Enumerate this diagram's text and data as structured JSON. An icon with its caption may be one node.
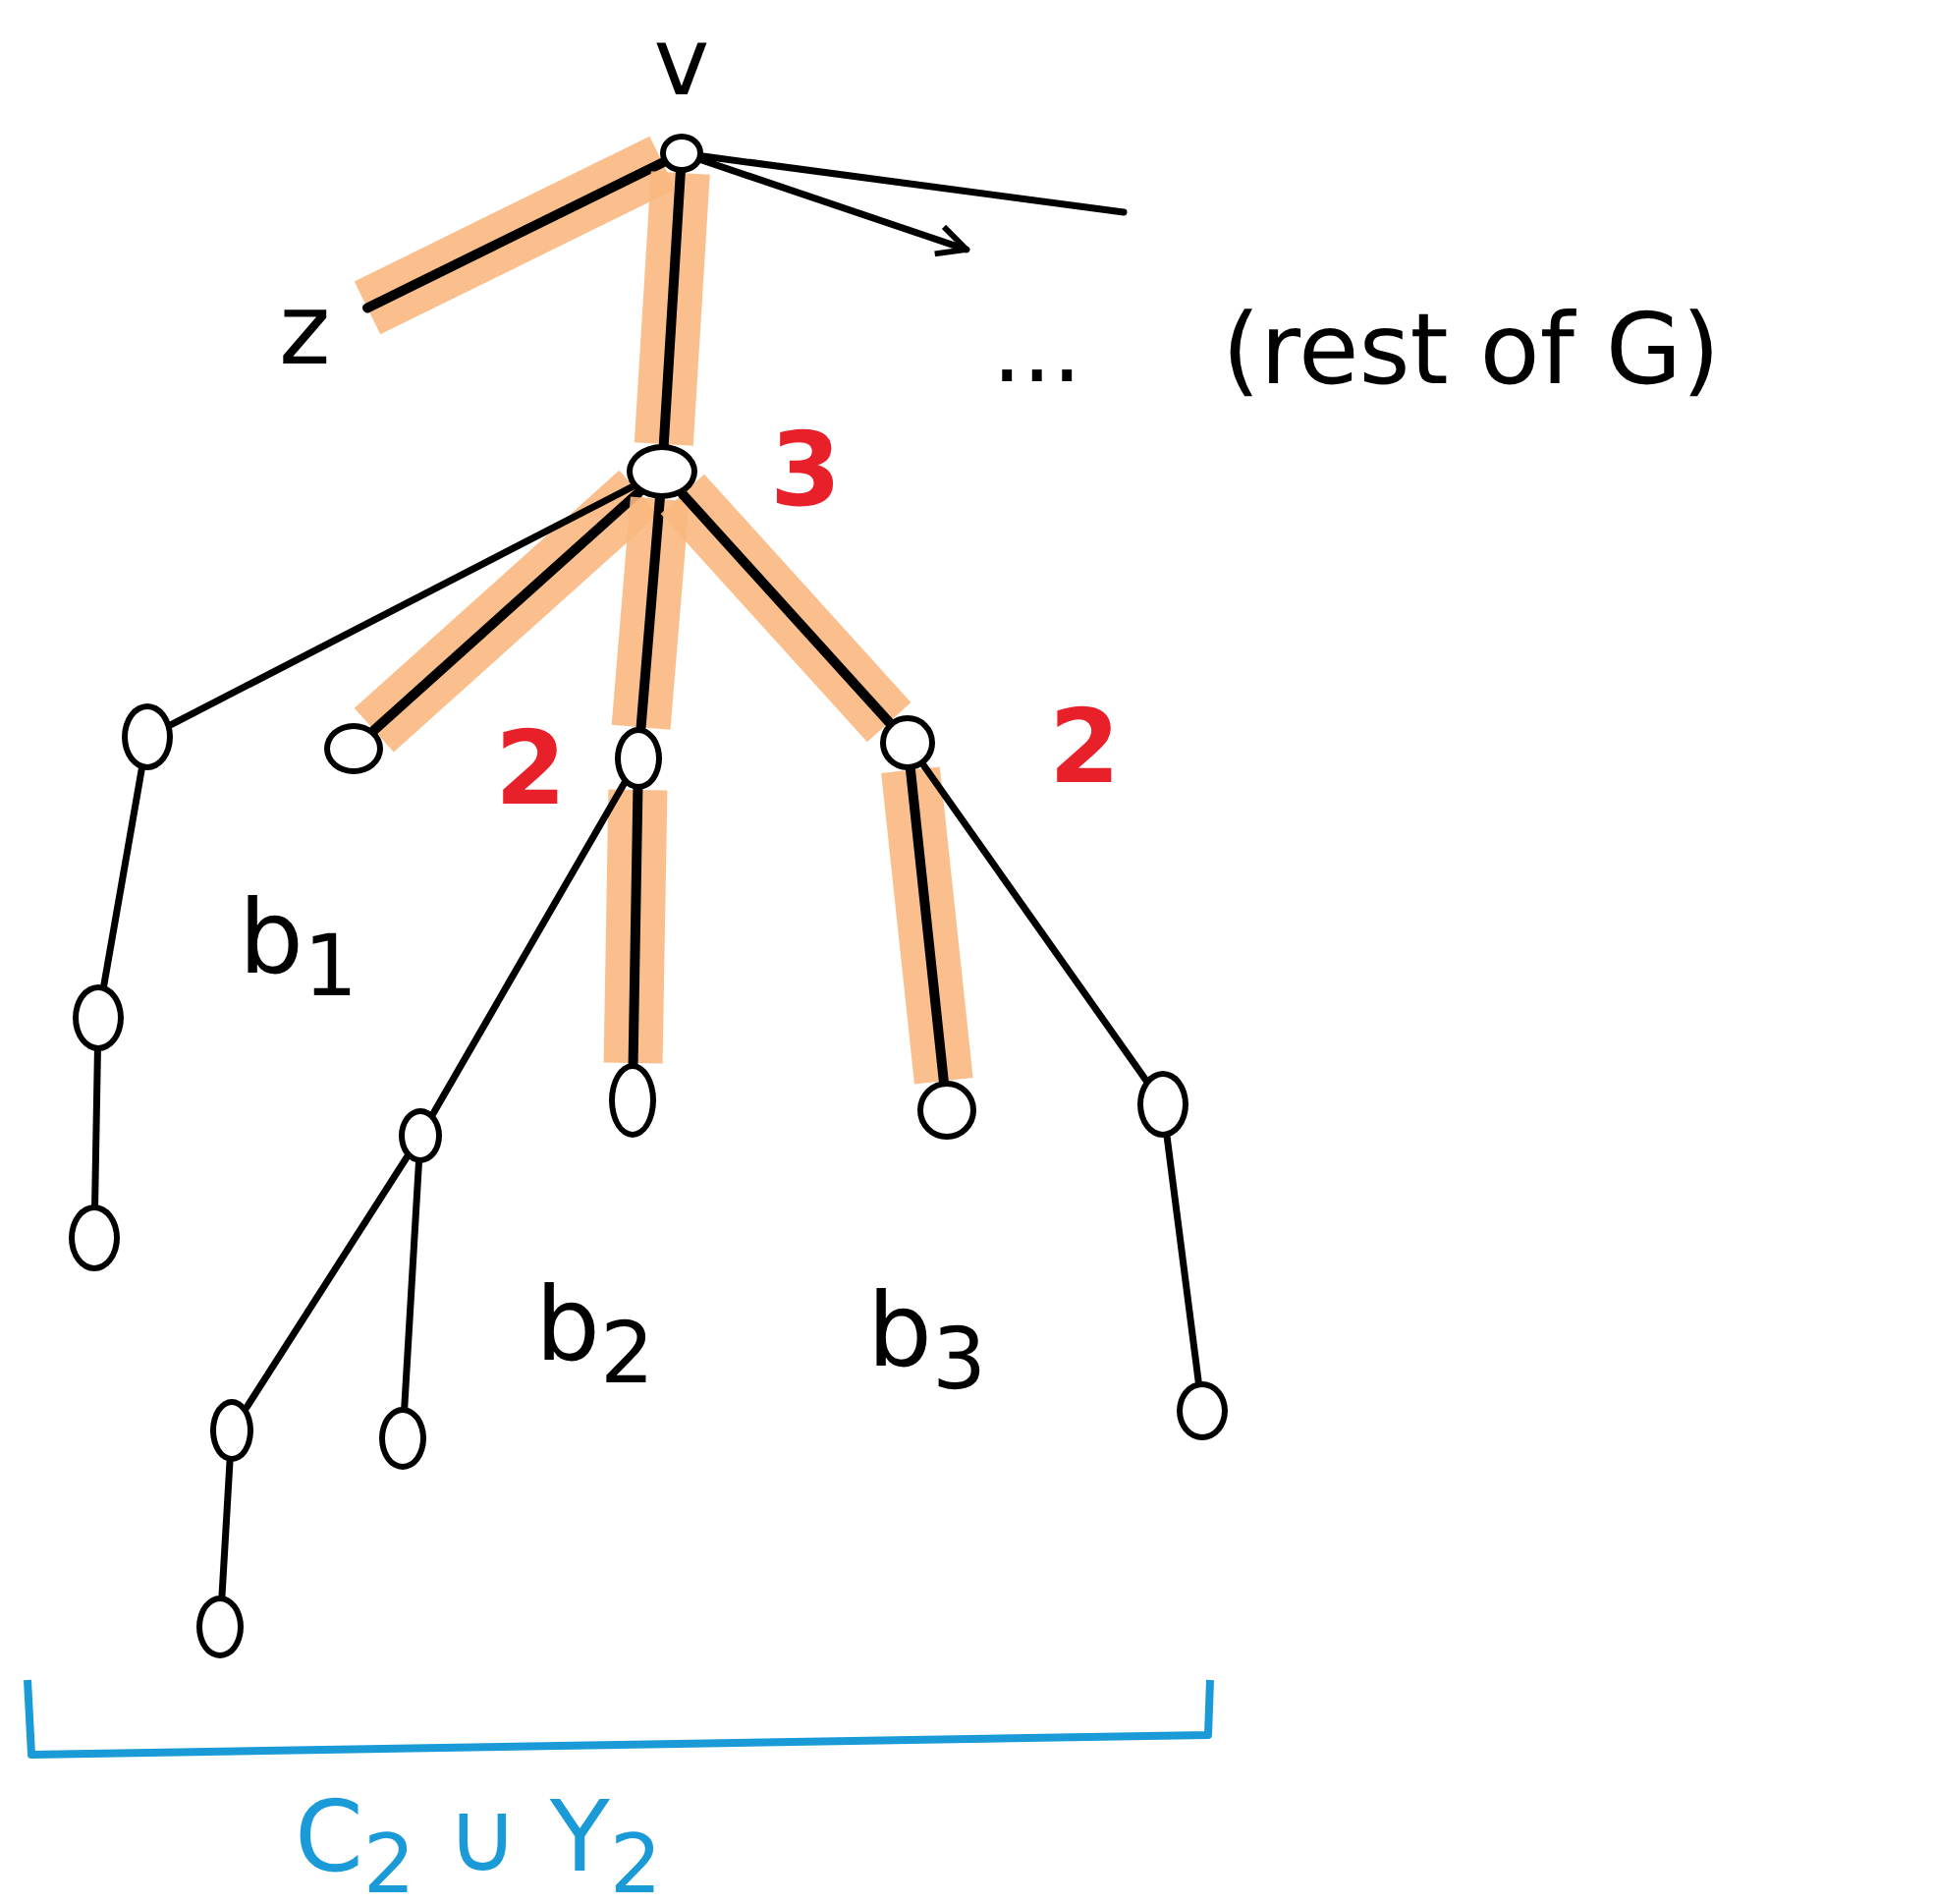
{
  "diagram": {
    "nodes": [
      {
        "text": [
          "v"
        ]
      },
      {
        "text": [
          "z"
        ]
      },
      {
        "text": [],
        "shape": "circle",
        "beside": [
          "3"
        ]
      },
      {
        "text": [],
        "shape": "circle"
      },
      {
        "text": [],
        "shape": "circle",
        "beside": [
          "b$_{1}$"
        ]
      },
      {
        "text": [],
        "shape": "circle",
        "beside": [
          "2"
        ]
      },
      {
        "text": [],
        "shape": "circle",
        "beside": [
          "2"
        ]
      },
      {
        "text": [],
        "shape": "circle"
      },
      {
        "text": [],
        "shape": "circle"
      },
      {
        "text": [],
        "shape": "circle"
      },
      {
        "text": [],
        "shape": "circle",
        "beside": [
          "b$_{2}$"
        ]
      },
      {
        "text": [],
        "shape": "circle"
      },
      {
        "text": [],
        "shape": "circle"
      },
      {
        "text": [],
        "shape": "circle"
      },
      {
        "text": [],
        "shape": "circle",
        "beside": [
          "b$_{3}$"
        ]
      },
      {
        "text": [],
        "shape": "circle"
      },
      {
        "text": [],
        "shape": "circle"
      }
    ],
    "edges": [
      {
        "from": 0,
        "to": 1,
        "arrow": "none",
        "style": "thick",
        "color": "#f9b880"
      },
      {
        "from": 0,
        "to": 2,
        "arrow": "none",
        "style": "thick",
        "color": "#f9b880"
      },
      {
        "from": 0,
        "to": null,
        "arrow": "to"
      },
      {
        "from": 0,
        "to": null,
        "arrow": "none"
      },
      {
        "from": 2,
        "to": 3,
        "arrow": "none"
      },
      {
        "from": 2,
        "to": 4,
        "arrow": "none",
        "style": "thick",
        "color": "#f9b880"
      },
      {
        "from": 2,
        "to": 5,
        "arrow": "none",
        "style": "thick",
        "color": "#f9b880"
      },
      {
        "from": 2,
        "to": 6,
        "arrow": "none",
        "style": "thick",
        "color": "#f9b880"
      },
      {
        "from": 3,
        "to": 7,
        "arrow": "none"
      },
      {
        "from": 7,
        "to": 8,
        "arrow": "none"
      },
      {
        "from": 5,
        "to": 9,
        "arrow": "none"
      },
      {
        "from": 5,
        "to": 10,
        "arrow": "none",
        "style": "thick",
        "color": "#f9b880"
      },
      {
        "from": 9,
        "to": 11,
        "arrow": "none"
      },
      {
        "from": 9,
        "to": 12,
        "arrow": "none"
      },
      {
        "from": 11,
        "to": 13,
        "arrow": "none"
      },
      {
        "from": 6,
        "to": 14,
        "arrow": "none",
        "style": "thick",
        "color": "#f9b880"
      },
      {
        "from": 6,
        "to": 15,
        "arrow": "none"
      },
      {
        "from": 15,
        "to": 16,
        "arrow": "none"
      }
    ],
    "labels": [
      "...",
      "(rest of G)",
      "C$_{2}$ ∪ Y$_{2}$"
    ]
  }
}
